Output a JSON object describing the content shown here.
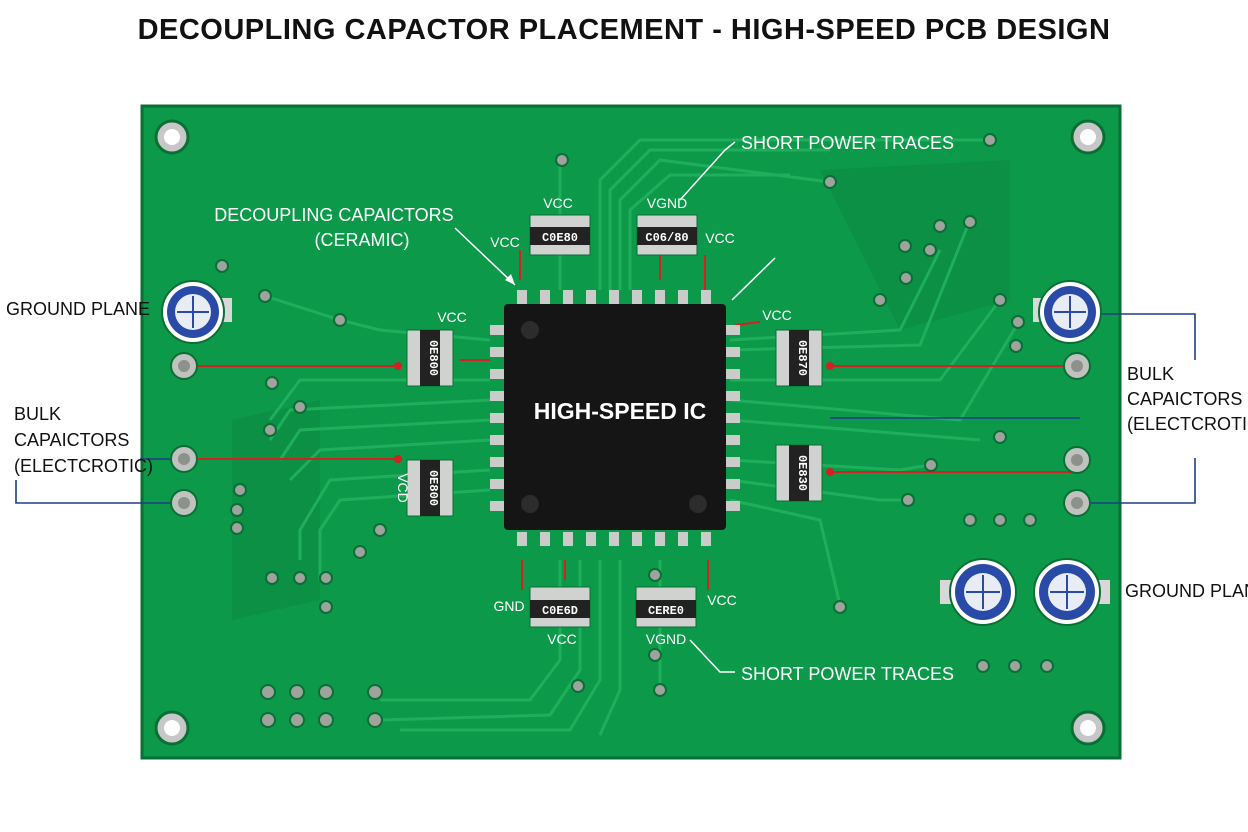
{
  "title": "DECOUPLING CAPACTOR PLACEMENT - HIGH-SPEED PCB DESIGN",
  "ic_label": "HIGH-SPEED IC",
  "callouts": {
    "short_traces_top": "SHORT POWER TRACES",
    "short_traces_bottom": "SHORT POWER TRACES",
    "decoupling_line1": "DECOUPLING CAPAICTORS",
    "decoupling_line2": "(CERAMIC)",
    "ground_plane_left": "GROUND PLANE",
    "ground_plane_right": "GROUND PLANE",
    "bulk_left_1": "BULK",
    "bulk_left_2": "CAPAICTORS",
    "bulk_left_3": "(ELECTCROTIC)",
    "bulk_right_1": "BULK",
    "bulk_right_2": "CAPAICTORS",
    "bulk_right_3": "(ELECTCROTIC)"
  },
  "silkscreen": {
    "vcc_top_left_cap": "VCC",
    "vgnd_top_right_cap": "VGND",
    "vcc_top_left_ic": "VCC",
    "vcc_top_right_ic": "VCC",
    "vcc_left_upper": "VCC",
    "vcc_right_upper": "VCC",
    "vcc_left_lower": "VCD",
    "gnd_bottom_left": "GND",
    "vcc_bottom_left_cap": "VCC",
    "vgnd_bottom_right_cap": "VGND",
    "vcc_bottom_right": "VCC"
  },
  "capacitor_codes": {
    "top_left": "C0E80",
    "top_right": "C06/80",
    "left_upper": "0E800",
    "left_lower": "0E800",
    "right_upper": "0E870",
    "right_lower": "0E830",
    "bottom_left": "C0E6D",
    "bottom_right": "CERE0"
  },
  "colors": {
    "board": "#0c9a4a",
    "board_edge": "#0a7a3a",
    "trace": "#1fae5c",
    "ic_body": "#151515",
    "pad": "#c9ccc8",
    "red_trace": "#d32020",
    "blue_line": "#1b3f8a",
    "electrolytic_blue": "#2a4aa8"
  }
}
